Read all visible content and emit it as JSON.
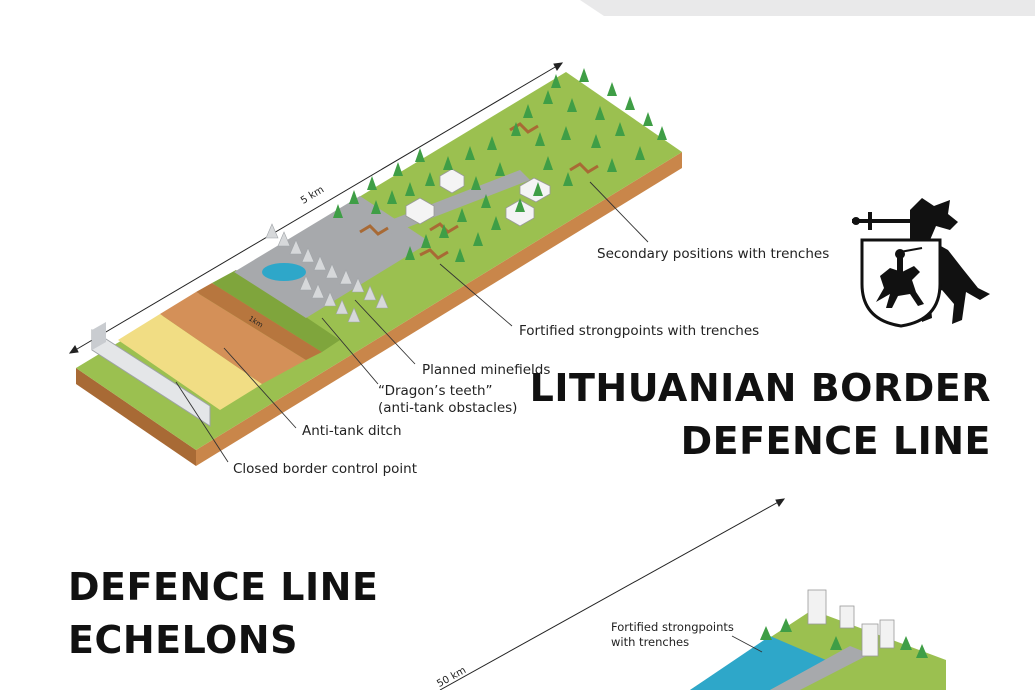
{
  "colors": {
    "grass": "#9bc050",
    "grass_dark": "#7fa53c",
    "soil": "#c9864a",
    "soil_dark": "#a86a35",
    "road": "#a7a9ac",
    "tree": "#3f9e46",
    "water": "#2ea7c9",
    "sand": "#f1dd84",
    "banner": "#e9e9ea"
  },
  "diagram1": {
    "dimension_label": "5 km",
    "inner_dimension_label": "1km",
    "callouts": {
      "secondary_positions": "Secondary positions with trenches",
      "fortified_strongpoints": "Fortified strongpoints with trenches",
      "planned_minefields": "Planned minefields",
      "dragons_teeth_line1": "“Dragon’s teeth”",
      "dragons_teeth_line2": "(anti-tank obstacles)",
      "anti_tank_ditch": "Anti-tank ditch",
      "closed_border_control_point": "Closed border control point"
    }
  },
  "title": {
    "line1": "LITHUANIAN BORDER",
    "line2": "DEFENCE LINE"
  },
  "section2": {
    "heading_line1": "DEFENCE LINE",
    "heading_line2": "ECHELONS",
    "dimension_label": "50 km",
    "callout_line1": "Fortified strongpoints",
    "callout_line2": "with trenches"
  }
}
